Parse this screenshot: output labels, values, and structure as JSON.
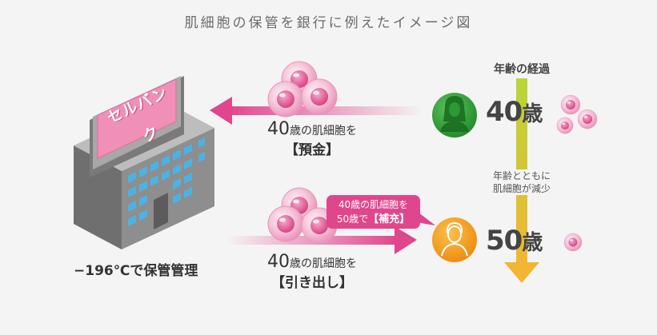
{
  "title": "肌細胞の保管を銀行に例えたイメージ図",
  "bank": {
    "sign": "セルバンク",
    "caption": "−196℃で保管管理"
  },
  "deposit": {
    "number": "40",
    "line1_suffix": "歳の肌細胞を",
    "line2": "【預金】"
  },
  "withdraw": {
    "number": "40",
    "line1_suffix": "歳の肌細胞を",
    "line2": "【引き出し】"
  },
  "bubble": {
    "line1": "40歳の肌細胞を",
    "line2_prefix": "50歳で",
    "line2_emph": "【補充】"
  },
  "timeline": {
    "heading": "年齢の経過",
    "note_line1": "年齢とともに",
    "note_line2": "肌細胞が減少",
    "age1_num": "40",
    "age2_num": "50",
    "age_suffix": "歳"
  },
  "colors": {
    "pink": "#e0468c",
    "pink_light": "#f2a7c6",
    "green": "#35a83a",
    "orange": "#f3a322",
    "arrow_green": "#a9cf3a",
    "arrow_yellow": "#f2b632",
    "building": "#8b8b8b"
  },
  "icons": [
    "cell-icon",
    "woman-silhouette-icon",
    "woman-outline-icon",
    "building-icon"
  ]
}
